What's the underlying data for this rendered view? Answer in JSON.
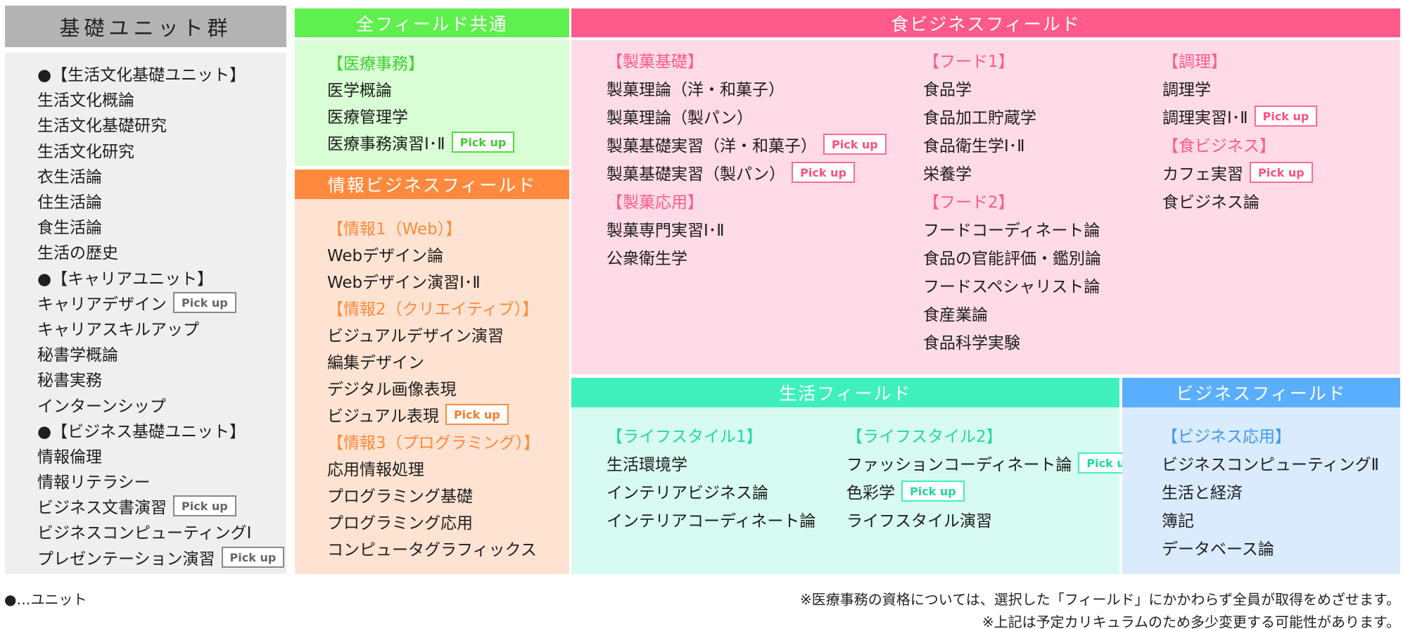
{
  "base": {
    "title": "基礎ユニット群",
    "lines": [
      {
        "text": "●【生活文化基礎ユニット】",
        "pick": ""
      },
      {
        "text": "生活文化概論",
        "pick": ""
      },
      {
        "text": "生活文化基礎研究",
        "pick": ""
      },
      {
        "text": "生活文化研究",
        "pick": ""
      },
      {
        "text": "衣生活論",
        "pick": ""
      },
      {
        "text": "住生活論",
        "pick": ""
      },
      {
        "text": "食生活論",
        "pick": ""
      },
      {
        "text": "生活の歴史",
        "pick": ""
      },
      {
        "text": "●【キャリアユニット】",
        "pick": ""
      },
      {
        "text": "キャリアデザイン",
        "pick": "Pick up"
      },
      {
        "text": "キャリアスキルアップ",
        "pick": ""
      },
      {
        "text": "秘書学概論",
        "pick": ""
      },
      {
        "text": "秘書実務",
        "pick": ""
      },
      {
        "text": "インターンシップ",
        "pick": ""
      },
      {
        "text": "●【ビジネス基礎ユニット】",
        "pick": ""
      },
      {
        "text": "情報倫理",
        "pick": ""
      },
      {
        "text": "情報リテラシー",
        "pick": ""
      },
      {
        "text": "ビジネス文書演習",
        "pick": "Pick up"
      },
      {
        "text": "ビジネスコンピューティングⅠ",
        "pick": ""
      },
      {
        "text": "プレゼンテーション演習",
        "pick": "Pick up"
      }
    ]
  },
  "common": {
    "title": "全フィールド共通",
    "lines": [
      {
        "text": "【医療事務】",
        "cat": true,
        "pick": ""
      },
      {
        "text": "医学概論",
        "pick": ""
      },
      {
        "text": "医療管理学",
        "pick": ""
      },
      {
        "text": "医療事務演習Ⅰ･Ⅱ",
        "pick": "Pick up"
      }
    ]
  },
  "info": {
    "title": "情報ビジネスフィールド",
    "lines": [
      {
        "text": "【情報1（Web）】",
        "cat": true,
        "pick": ""
      },
      {
        "text": "Webデザイン論",
        "pick": ""
      },
      {
        "text": "Webデザイン演習Ⅰ･Ⅱ",
        "pick": ""
      },
      {
        "text": "【情報2（クリエイティブ）】",
        "cat": true,
        "pick": ""
      },
      {
        "text": "ビジュアルデザイン演習",
        "pick": ""
      },
      {
        "text": "編集デザイン",
        "pick": ""
      },
      {
        "text": "デジタル画像表現",
        "pick": ""
      },
      {
        "text": "ビジュアル表現",
        "pick": "Pick up"
      },
      {
        "text": "【情報3（プログラミング）】",
        "cat": true,
        "pick": ""
      },
      {
        "text": "応用情報処理",
        "pick": ""
      },
      {
        "text": "プログラミング基礎",
        "pick": ""
      },
      {
        "text": "プログラミング応用",
        "pick": ""
      },
      {
        "text": "コンピュータグラフィックス",
        "pick": ""
      }
    ]
  },
  "food": {
    "title": "食ビジネスフィールド",
    "columns": [
      [
        {
          "text": "【製菓基礎】",
          "cat": true,
          "pick": ""
        },
        {
          "text": "製菓理論（洋・和菓子）",
          "pick": ""
        },
        {
          "text": "製菓理論（製パン）",
          "pick": ""
        },
        {
          "text": "製菓基礎実習（洋・和菓子）",
          "pick": "Pick up"
        },
        {
          "text": "製菓基礎実習（製パン）",
          "pick": "Pick up"
        },
        {
          "text": "【製菓応用】",
          "cat": true,
          "pick": ""
        },
        {
          "text": "製菓専門実習Ⅰ･Ⅱ",
          "pick": ""
        },
        {
          "text": "公衆衛生学",
          "pick": ""
        }
      ],
      [
        {
          "text": "【フード1】",
          "cat": true,
          "pick": ""
        },
        {
          "text": "食品学",
          "pick": ""
        },
        {
          "text": "食品加工貯蔵学",
          "pick": ""
        },
        {
          "text": "食品衛生学Ⅰ･Ⅱ",
          "pick": ""
        },
        {
          "text": "栄養学",
          "pick": ""
        },
        {
          "text": "【フード2】",
          "cat": true,
          "pick": ""
        },
        {
          "text": "フードコーディネート論",
          "pick": ""
        },
        {
          "text": "食品の官能評価・鑑別論",
          "pick": ""
        },
        {
          "text": "フードスペシャリスト論",
          "pick": ""
        },
        {
          "text": "食産業論",
          "pick": ""
        },
        {
          "text": "食品科学実験",
          "pick": ""
        }
      ],
      [
        {
          "text": "【調理】",
          "cat": true,
          "pick": ""
        },
        {
          "text": "調理学",
          "pick": ""
        },
        {
          "text": "調理実習Ⅰ･Ⅱ",
          "pick": "Pick up"
        },
        {
          "text": "【食ビジネス】",
          "cat": true,
          "pick": ""
        },
        {
          "text": "カフェ実習",
          "pick": "Pick up"
        },
        {
          "text": "食ビジネス論",
          "pick": ""
        }
      ]
    ]
  },
  "life": {
    "title": "生活フィールド",
    "columns": [
      [
        {
          "text": "【ライフスタイル1】",
          "cat": true,
          "pick": ""
        },
        {
          "text": "生活環境学",
          "pick": ""
        },
        {
          "text": "インテリアビジネス論",
          "pick": ""
        },
        {
          "text": "インテリアコーディネート論",
          "pick": ""
        }
      ],
      [
        {
          "text": "【ライフスタイル2】",
          "cat": true,
          "pick": ""
        },
        {
          "text": "ファッションコーディネート論",
          "pick": "Pick up"
        },
        {
          "text": "色彩学",
          "pick": "Pick up"
        },
        {
          "text": "ライフスタイル演習",
          "pick": ""
        }
      ]
    ]
  },
  "biz": {
    "title": "ビジネスフィールド",
    "lines": [
      {
        "text": "【ビジネス応用】",
        "cat": true,
        "pick": ""
      },
      {
        "text": "ビジネスコンピューティングⅡ",
        "pick": ""
      },
      {
        "text": "生活と経済",
        "pick": ""
      },
      {
        "text": "簿記",
        "pick": ""
      },
      {
        "text": "データベース論",
        "pick": ""
      }
    ]
  },
  "footer": {
    "legend": "●…ユニット",
    "note1": "※医療事務の資格については、選択した「フィールド」にかかわらず全員が取得をめざせます。",
    "note2": "※上記は予定カリキュラムのため多少変更する可能性があります。"
  }
}
